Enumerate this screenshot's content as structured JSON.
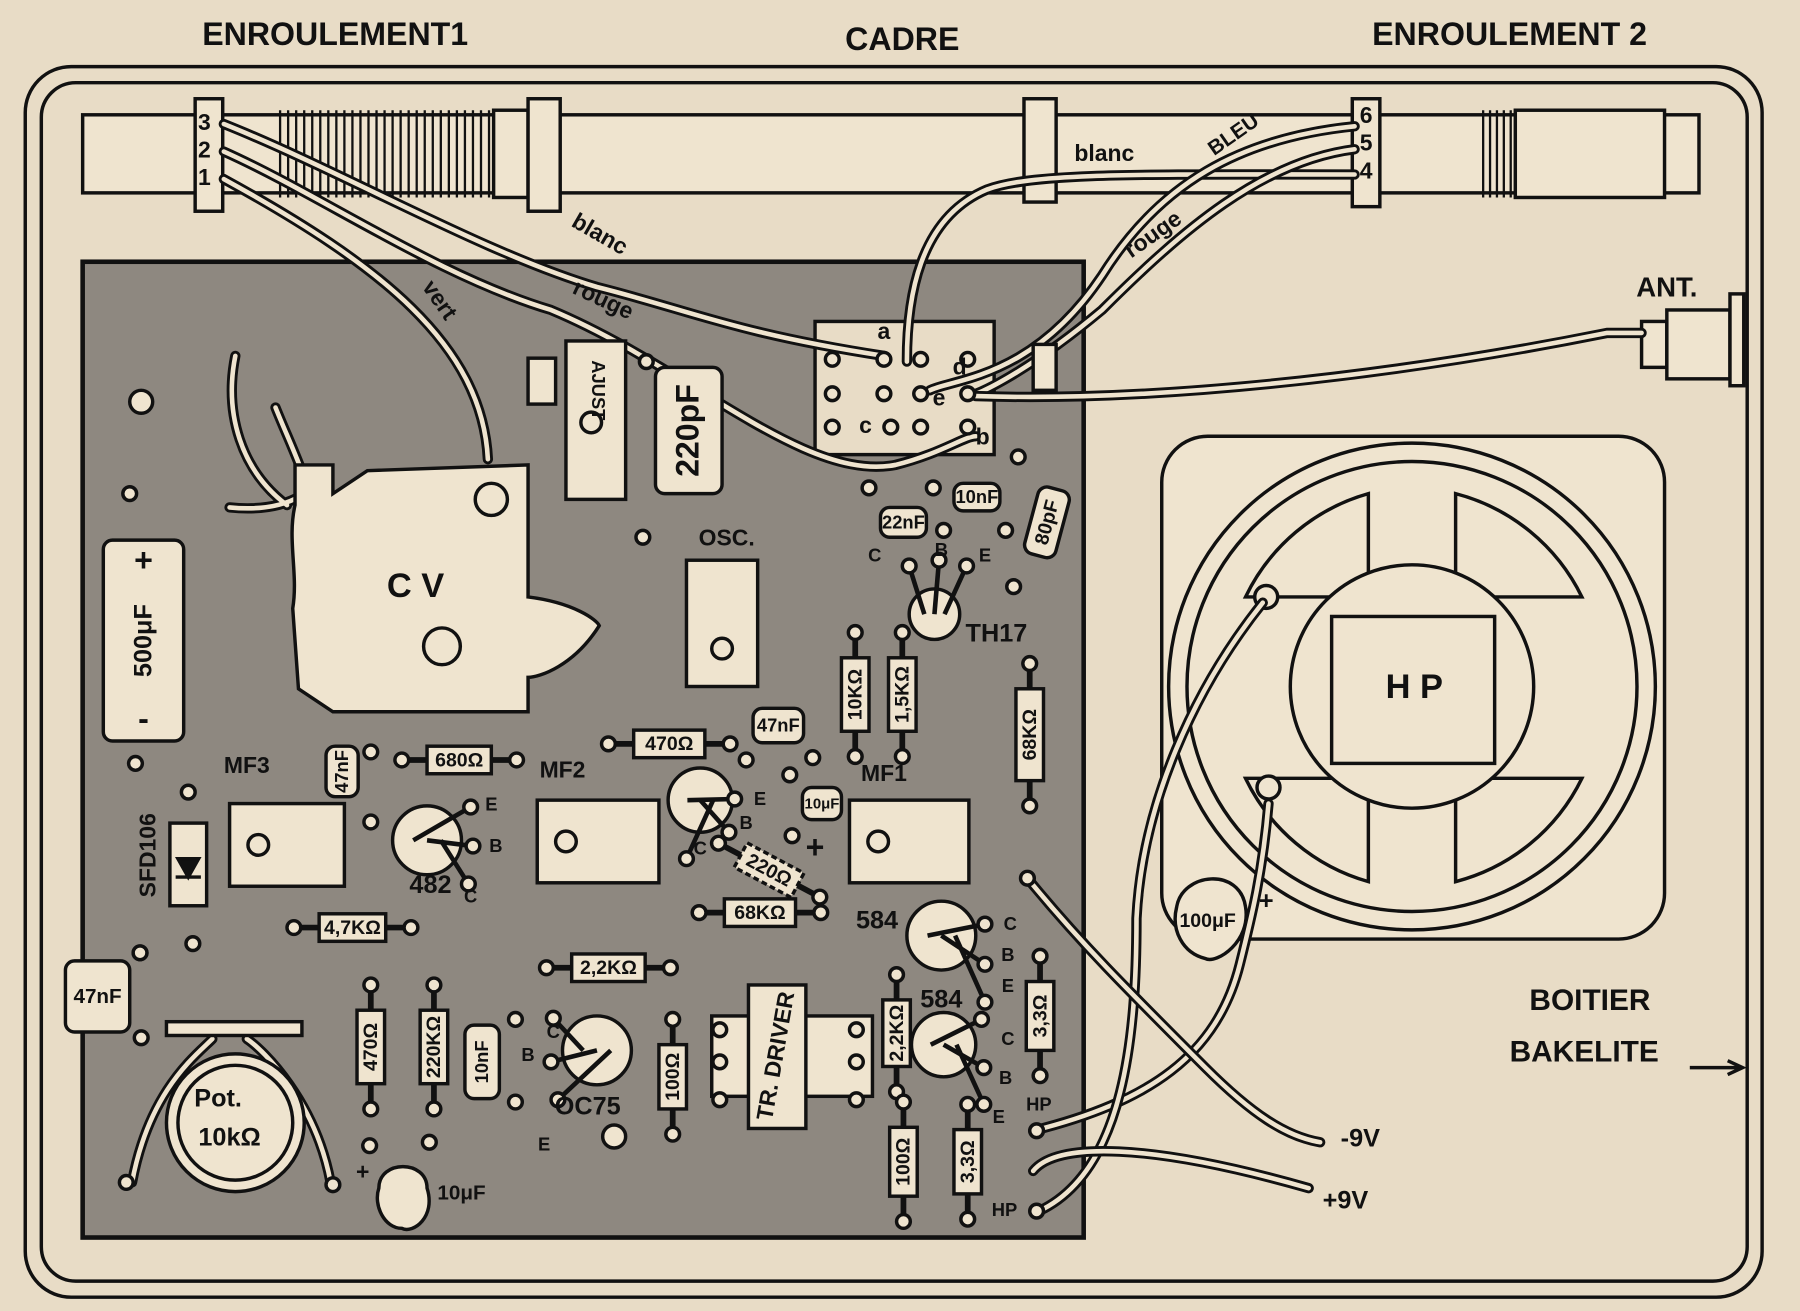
{
  "header": {
    "left": "ENROULEMENT1",
    "center": "CADRE",
    "right": "ENROULEMENT 2"
  },
  "ferrite": {
    "terminals_left": [
      "3",
      "2",
      "1"
    ],
    "terminals_right": [
      "6",
      "5",
      "4"
    ]
  },
  "wires": {
    "blanc_1": "blanc",
    "rouge_1": "rouge",
    "vert": "vert",
    "blanc_2": "blanc",
    "bleu": "BLEU",
    "rouge_2": "rouge"
  },
  "socket_pins": {
    "a": "a",
    "b": "b",
    "c": "c",
    "d": "d",
    "e": "e"
  },
  "antenna": "ANT.",
  "case_label": {
    "line1": "BOITIER",
    "line2": "BAKELITE"
  },
  "speaker": "H P",
  "power": {
    "neg": "-9V",
    "pos": "+9V"
  },
  "hp_terminals": [
    "HP",
    "HP"
  ],
  "resistors": [
    "680Ω",
    "470Ω",
    "10KΩ",
    "1,5KΩ",
    "68KΩ",
    "220Ω",
    "68KΩ",
    "4,7KΩ",
    "2,2KΩ",
    "470Ω",
    "220KΩ",
    "100Ω",
    "2,2KΩ",
    "100Ω",
    "3,3Ω",
    "3,3Ω"
  ],
  "capacitors": [
    "220pF",
    "22nF",
    "10nF",
    "80pF",
    "47nF",
    "47nF",
    "10μF",
    "47nF",
    "10nF",
    "10μF",
    "500μF",
    "100μF"
  ],
  "transistors": [
    {
      "label": "TH17",
      "pins": [
        "C",
        "B",
        "E"
      ]
    },
    {
      "label": "482",
      "pins": [
        "E",
        "B",
        "C"
      ]
    },
    {
      "label": "",
      "pins": [
        "E",
        "B",
        "C"
      ]
    },
    {
      "label": "584",
      "pins": [
        "C",
        "B",
        "E"
      ]
    },
    {
      "label": "584",
      "pins": [
        "C",
        "B",
        "E"
      ]
    },
    {
      "label": "OC75",
      "pins": [
        "C",
        "B",
        "E"
      ]
    }
  ],
  "coils": [
    {
      "label": "OSC."
    },
    {
      "label": "MF1"
    },
    {
      "label": "MF2"
    },
    {
      "label": "MF3"
    }
  ],
  "parts": {
    "cv": "C V",
    "ajust": "AJUST",
    "diode": "SFD106",
    "pot_line1": "Pot.",
    "pot_line2": "10kΩ",
    "driver": "TR. DRIVER"
  },
  "polarity": {
    "plus": "+",
    "minus": "-"
  },
  "colors": {
    "paper": "#e8dcc6",
    "board": "#8e8880",
    "ink": "#111111"
  }
}
